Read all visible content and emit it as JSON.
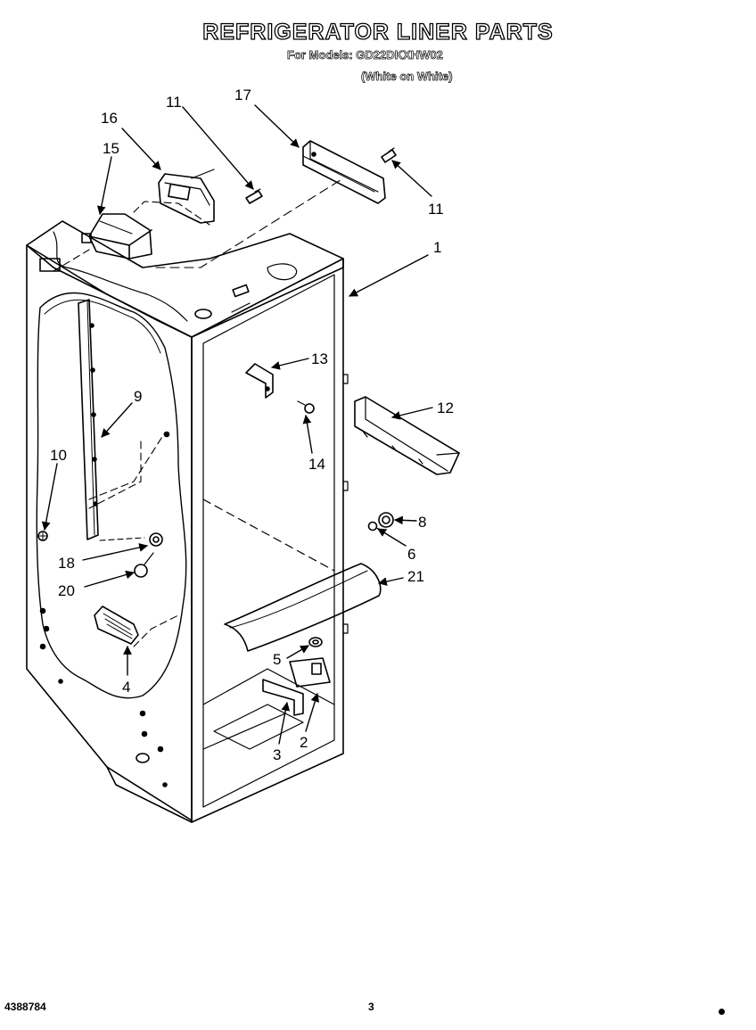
{
  "header": {
    "title": "REFRIGERATOR LINER PARTS",
    "models": "For Models: GD22DKXHW02",
    "color": "(White on White)"
  },
  "callouts": [
    {
      "id": "c17",
      "label": "17"
    },
    {
      "id": "c11a",
      "label": "11"
    },
    {
      "id": "c16",
      "label": "16"
    },
    {
      "id": "c15",
      "label": "15"
    },
    {
      "id": "c11b",
      "label": "11"
    },
    {
      "id": "c1",
      "label": "1"
    },
    {
      "id": "c13",
      "label": "13"
    },
    {
      "id": "c12",
      "label": "12"
    },
    {
      "id": "c9",
      "label": "9"
    },
    {
      "id": "c14",
      "label": "14"
    },
    {
      "id": "c10",
      "label": "10"
    },
    {
      "id": "c8",
      "label": "8"
    },
    {
      "id": "c6",
      "label": "6"
    },
    {
      "id": "c18",
      "label": "18"
    },
    {
      "id": "c21",
      "label": "21"
    },
    {
      "id": "c20",
      "label": "20"
    },
    {
      "id": "c5",
      "label": "5"
    },
    {
      "id": "c4",
      "label": "4"
    },
    {
      "id": "c2",
      "label": "2"
    },
    {
      "id": "c3",
      "label": "3"
    }
  ],
  "footer": {
    "doc_number": "4388784",
    "page_number": "3"
  }
}
